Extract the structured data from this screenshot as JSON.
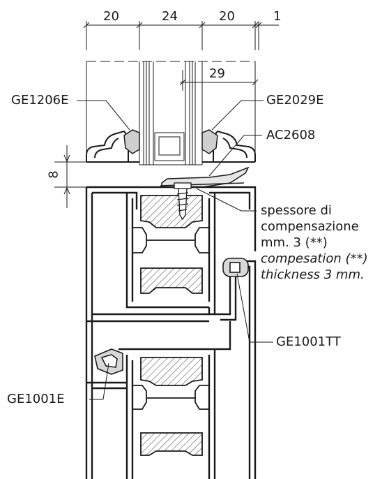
{
  "dimensions": {
    "top": [
      "20",
      "24",
      "20",
      "1"
    ],
    "inner": "29",
    "side": "8"
  },
  "labels": {
    "ge1206e": "GE1206E",
    "ge2029e": "GE2029E",
    "ac2608": "AC2608",
    "ge1001tt": "GE1001TT",
    "ge1001e": "GE1001E"
  },
  "note": {
    "line1": "spessore di",
    "line2": "compensazione",
    "line3": "mm. 3  (**)",
    "line4": "compesation (**)",
    "line5": "thickness 3 mm."
  },
  "colors": {
    "line": "#1a1a1a",
    "profile": "#3a3a3a",
    "hatch": "#555555"
  }
}
